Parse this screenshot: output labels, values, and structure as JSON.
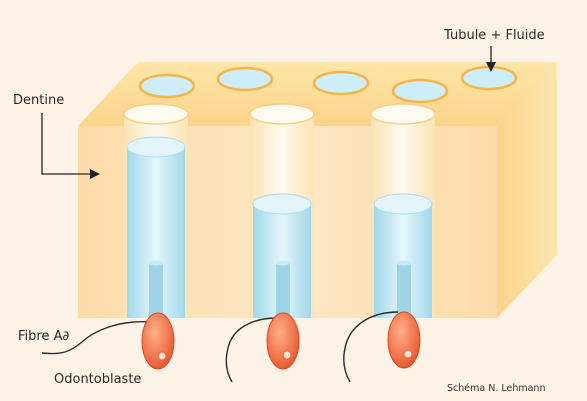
{
  "labels": {
    "dentine": "Dentine",
    "tubule": "Tubule + Fluide",
    "fibre": "Fibre A∂",
    "odontoblaste": "Odontoblaste",
    "credit": "Schéma N. Lehmann"
  },
  "colors": {
    "background": "#fdf2e6",
    "dentine_top": "#fde6a8",
    "dentine_front": "#fde1b2",
    "dentine_side": "#fbd79a",
    "fluid": "#bfe6f2",
    "fluid_light": "#e3f5fb",
    "tubule_rim": "#f3b54a",
    "odontoblast": "#f26a3c",
    "odontoblast_light": "#ffb58f",
    "fibre": "#2b2b2b"
  },
  "tubules": [
    {
      "fluid_level": 1.0
    },
    {
      "fluid_level": 0.62
    },
    {
      "fluid_level": 0.62
    }
  ]
}
